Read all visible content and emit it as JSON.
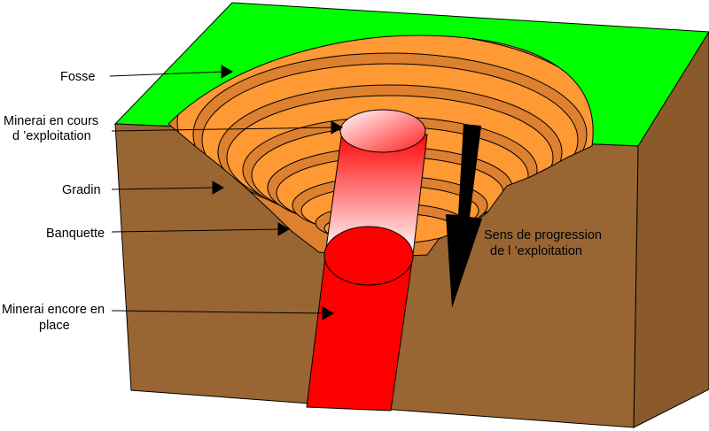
{
  "colors": {
    "grass": "#00ff00",
    "soil_front": "#996633",
    "soil_side": "#8a5a2b",
    "bench_top": "#ff9933",
    "bench_riser": "#dd8030",
    "ore": "#ff0000",
    "arrow": "#000000"
  },
  "labels": {
    "fosse": "Fosse",
    "minerai_cours_line1": "Minerai en cours",
    "minerai_cours_line2": "d ’exploitation",
    "gradin": "Gradin",
    "banquette": "Banquette",
    "minerai_place_line1": "Minerai encore en",
    "minerai_place_line2": "place",
    "sens_line1": "Sens de progression",
    "sens_line2": "de l ’exploitation"
  }
}
